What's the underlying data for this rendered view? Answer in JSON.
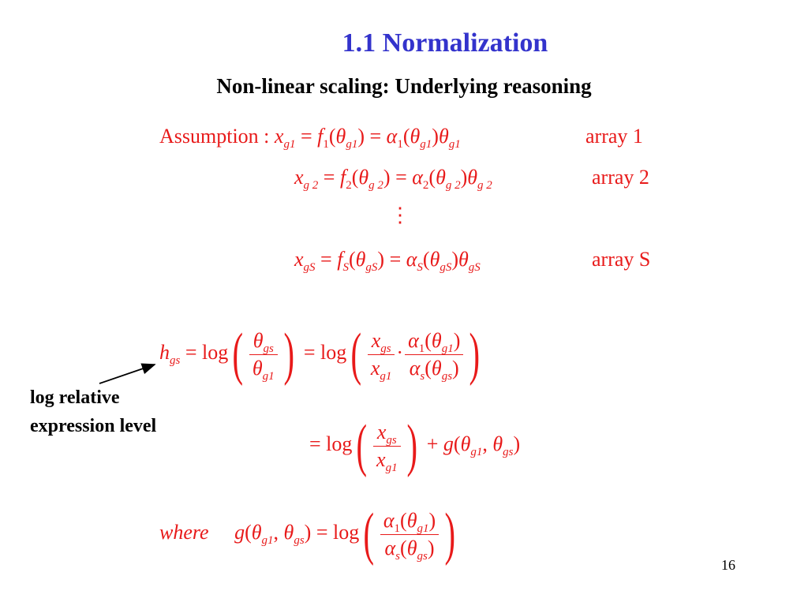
{
  "slide": {
    "title": "1.1 Normalization",
    "subtitle": "Non-linear scaling: Underlying reasoning",
    "assumption_label": "Assumption :",
    "array_labels": [
      "array 1",
      "array 2",
      "array S"
    ],
    "vdots": "⋮",
    "where_label": "where",
    "annotation_line1": "log relative",
    "annotation_line2": "expression level",
    "page_number": "16"
  },
  "colors": {
    "title": "#3333cc",
    "math": "#e81a1a",
    "text": "#000000"
  }
}
